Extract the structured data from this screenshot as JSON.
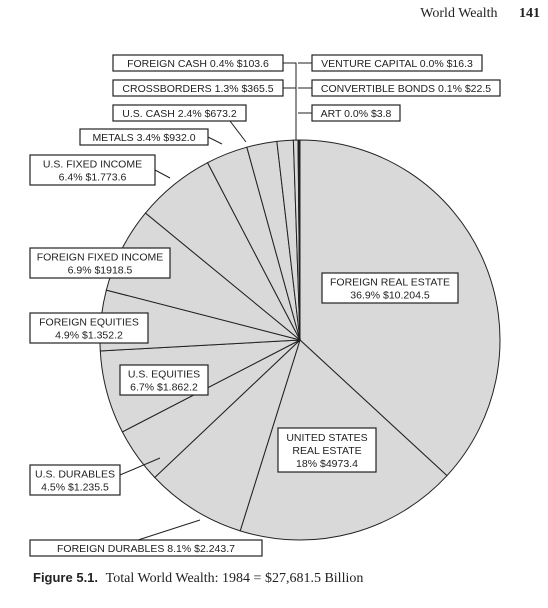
{
  "header": {
    "running_title": "World Wealth",
    "page_number": "141"
  },
  "caption": {
    "figure_label": "Figure 5.1.",
    "text": "Total World Wealth: 1984 = $27,681.5 Billion"
  },
  "colors": {
    "slice_fill": "#d9d9d9",
    "stroke": "#222222",
    "label_fill": "#ffffff"
  },
  "chart_data": {
    "type": "pie",
    "title": "",
    "total": 27681.5,
    "slices": [
      {
        "id": "foreign-real-estate",
        "name": "FOREIGN REAL ESTATE",
        "percent": 36.9,
        "value": 10204.5,
        "lines": [
          "FOREIGN REAL ESTATE",
          "36.9% $10.204.5"
        ]
      },
      {
        "id": "united-states-real-estate",
        "name": "UNITED STATES REAL ESTATE",
        "percent": 18,
        "value": 4973.4,
        "lines": [
          "UNITED STATES",
          "REAL ESTATE",
          "18% $4973.4"
        ]
      },
      {
        "id": "foreign-durables",
        "name": "FOREIGN DURABLES",
        "percent": 8.1,
        "value": 2243.7,
        "lines": [
          "FOREIGN DURABLES 8.1% $2.243.7"
        ]
      },
      {
        "id": "us-durables",
        "name": "U.S. DURABLES",
        "percent": 4.5,
        "value": 1235.5,
        "lines": [
          "U.S. DURABLES",
          "4.5% $1.235.5"
        ]
      },
      {
        "id": "us-equities",
        "name": "U.S. EQUITIES",
        "percent": 6.7,
        "value": 1862.2,
        "lines": [
          "U.S. EQUITIES",
          "6.7% $1.862.2"
        ]
      },
      {
        "id": "foreign-equities",
        "name": "FOREIGN EQUITIES",
        "percent": 4.9,
        "value": 1352.2,
        "lines": [
          "FOREIGN EQUITIES",
          "4.9% $1.352.2"
        ]
      },
      {
        "id": "foreign-fixed-income",
        "name": "FOREIGN FIXED INCOME",
        "percent": 6.9,
        "value": 1918.5,
        "lines": [
          "FOREIGN FIXED INCOME",
          "6.9% $1918.5"
        ]
      },
      {
        "id": "us-fixed-income",
        "name": "U.S. FIXED INCOME",
        "percent": 6.4,
        "value": 1773.6,
        "lines": [
          "U.S. FIXED INCOME",
          "6.4% $1.773.6"
        ]
      },
      {
        "id": "metals",
        "name": "METALS",
        "percent": 3.4,
        "value": 932.0,
        "lines": [
          "METALS 3.4% $932.0"
        ]
      },
      {
        "id": "us-cash",
        "name": "U.S. CASH",
        "percent": 2.4,
        "value": 673.2,
        "lines": [
          "U.S. CASH 2.4% $673.2"
        ]
      },
      {
        "id": "crossborders",
        "name": "CROSSBORDERS",
        "percent": 1.3,
        "value": 365.5,
        "lines": [
          "CROSSBORDERS 1.3% $365.5"
        ]
      },
      {
        "id": "foreign-cash",
        "name": "FOREIGN CASH",
        "percent": 0.4,
        "value": 103.6,
        "lines": [
          "FOREIGN CASH 0.4% $103.6"
        ]
      },
      {
        "id": "art",
        "name": "ART",
        "percent": 0.0,
        "value": 3.8,
        "lines": [
          "ART 0.0% $3.8"
        ]
      },
      {
        "id": "convertible-bonds",
        "name": "CONVERTIBLE BONDS",
        "percent": 0.1,
        "value": 22.5,
        "lines": [
          "CONVERTIBLE BONDS 0.1% $22.5"
        ]
      },
      {
        "id": "venture-capital",
        "name": "VENTURE CAPITAL",
        "percent": 0.0,
        "value": 16.3,
        "lines": [
          "VENTURE CAPITAL 0.0% $16.3"
        ]
      }
    ],
    "legend": "none"
  }
}
